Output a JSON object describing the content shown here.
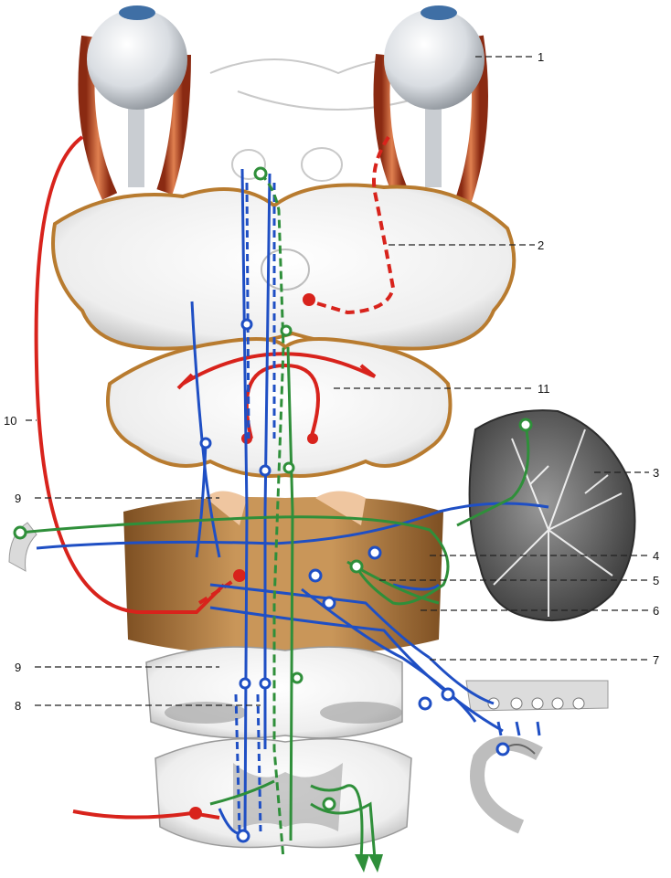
{
  "figure": {
    "labels": [
      "1",
      "2",
      "3",
      "4",
      "5",
      "6",
      "7",
      "8",
      "9",
      "9",
      "10",
      "11"
    ]
  },
  "colors": {
    "motor_red": "#d8231c",
    "sensory_blue": "#1f4fc4",
    "green_path": "#2f8f3a",
    "brain_white": "#eeeeee",
    "medulla_brown": "#b8864a",
    "cerebellum_grey": "#6b6b6b"
  },
  "icons": [
    "eyeball-left",
    "eyeball-right",
    "cerebellum",
    "inner-ear-cochlea",
    "semicircular-canal"
  ]
}
